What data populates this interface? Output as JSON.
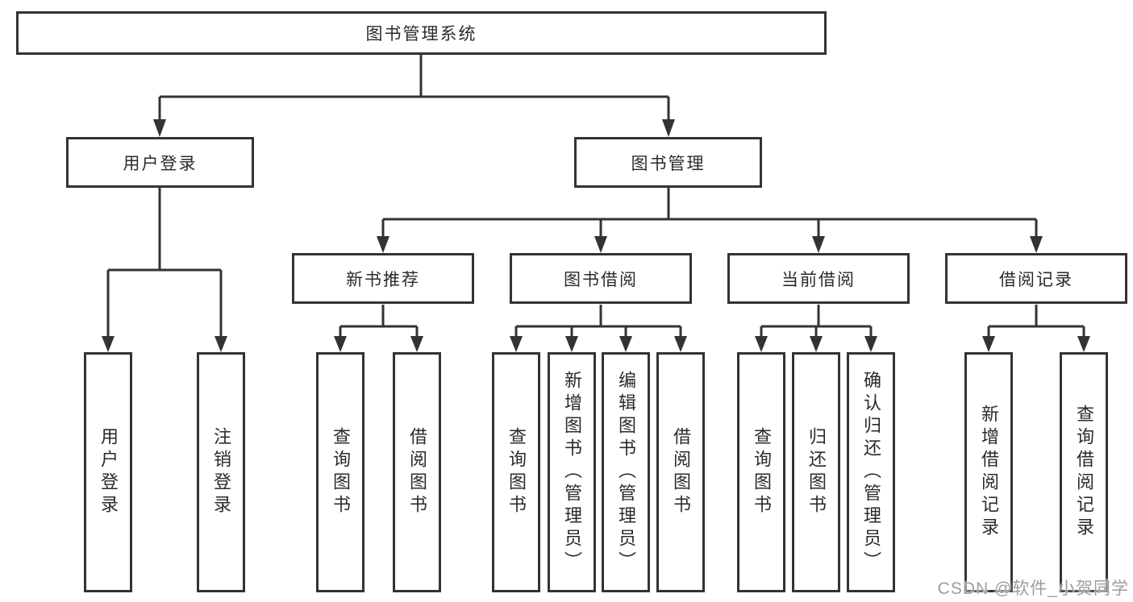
{
  "nodes": {
    "root": "图书管理系统",
    "user_login": "用户登录",
    "book_mgmt": "图书管理",
    "new_book_rec": "新书推荐",
    "book_borrow": "图书借阅",
    "current_borrow": "当前借阅",
    "borrow_records": "借阅记录",
    "leaves": {
      "user_login": "用户登录",
      "logout": "注销登录",
      "rec_query_book": "查询图书",
      "rec_borrow_book": "借阅图书",
      "bb_query_book": "查询图书",
      "bb_add_book": "新增图书（管理员）",
      "bb_edit_book": "编辑图书（管理员）",
      "bb_borrow_book": "借阅图书",
      "cb_query_book": "查询图书",
      "cb_return_book": "归还图书",
      "cb_confirm_return": "确认归还（管理员）",
      "br_add_record": "新增借阅记录",
      "br_query_record": "查询借阅记录"
    }
  },
  "watermark": "CSDN @软件_小贺同学",
  "colors": {
    "line": "#333333",
    "box_border": "#333333",
    "text": "#2b2b2b",
    "watermark": "#9d9d9d"
  }
}
